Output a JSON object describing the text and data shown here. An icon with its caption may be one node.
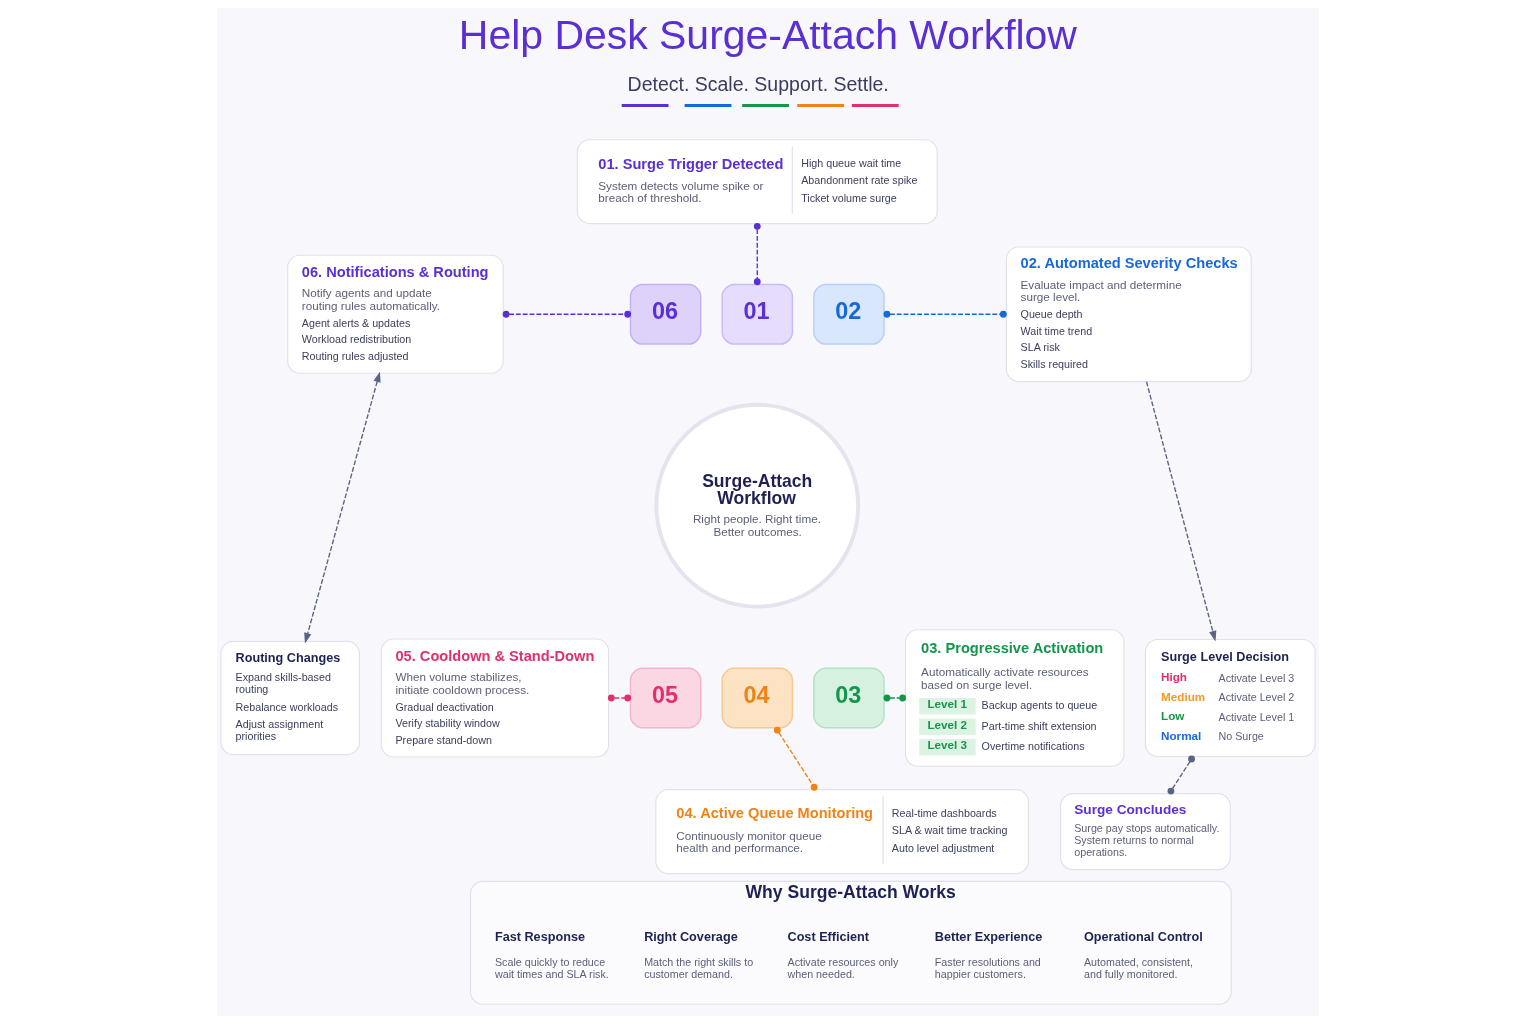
{
  "diagram": {
    "title": "Help Desk Surge-Attach Workflow",
    "nodes": [
      {
        "text": [
          "01. Surge Trigger Detected",
          "System detects volume spike or breach of threshold.",
          "High queue wait time",
          "Abandonment rate spike",
          "Ticket volume surge"
        ]
      },
      {
        "text": [
          "06. Notifications & Routing",
          "Notify agents and update routing rules automatically.",
          "Agent alerts & updates",
          "Workload redistribution",
          "Routing rules adjusted"
        ]
      },
      {
        "text": [
          "01"
        ]
      },
      {
        "text": [
          "06"
        ]
      },
      {
        "text": [
          "02"
        ]
      },
      {
        "text": [
          "02. Automated Severity Checks",
          "Evaluate impact and determine surge level.",
          "Queue depth",
          "Wait time trend",
          "SLA risk",
          "Skills required"
        ]
      },
      {
        "text": [
          "Surge-Attach Workflow",
          "Right people. Right time. Better outcomes."
        ]
      },
      {
        "text": [
          "Routing Changes",
          "Expand skills-based routing",
          "Rebalance workloads",
          "Adjust assignment priorities"
        ]
      },
      {
        "text": [
          "Surge Level Decision",
          "High",
          "Activate Level 3",
          "Medium",
          "Activate Level 2",
          "Low",
          "Activate Level 1",
          "Normal",
          "No Surge"
        ]
      },
      {
        "text": [
          "05. Cooldown & Stand-Down",
          "When volume stabilizes, initiate cooldown process.",
          "Gradual deactivation",
          "Verify stability window",
          "Prepare stand-down"
        ]
      },
      {
        "text": [
          "05"
        ]
      },
      {
        "text": [
          "03"
        ]
      },
      {
        "text": [
          "03. Progressive Activation",
          "Automatically activate resources based on surge level.",
          "Level 1",
          "Backup agents to queue",
          "Level 2",
          "Part-time shift extension",
          "Level 3",
          "Overtime notifications"
        ]
      },
      {
        "text": [
          "04"
        ]
      },
      {
        "text": [
          "04. Active Queue Monitoring",
          "Continuously monitor queue health and performance.",
          "Real-time dashboards",
          "SLA & wait time tracking",
          "Auto level adjustment"
        ]
      },
      {
        "text": [
          "Surge Concludes",
          "Surge pay stops automatically. System returns to normal operations."
        ]
      },
      {
        "text": [
          "Why Surge-Attach Works"
        ]
      },
      {
        "text": [
          "Fast Response",
          "Scale quickly to reduce wait times and SLA risk."
        ],
        "in": 16
      },
      {
        "text": [
          "Right Coverage",
          "Match the right skills to customer demand."
        ],
        "in": 16
      },
      {
        "text": [
          "Cost Efficient",
          "Activate resources only when needed."
        ],
        "in": 16
      },
      {
        "text": [
          "Better Experience",
          "Faster resolutions and happier customers."
        ],
        "in": 16
      },
      {
        "text": [
          "Operational Control",
          "Automated, consistent, and fully monitored."
        ],
        "in": 16
      }
    ],
    "edges": [
      {
        "from": 0,
        "to": 2,
        "arrow": "other",
        "style": "dashed",
        "color": "#5a2fd4"
      },
      {
        "from": 1,
        "to": 3,
        "arrow": "other",
        "style": "dashed",
        "color": "#5a2fd4"
      },
      {
        "from": 4,
        "to": 5,
        "arrow": "other",
        "style": "dashed",
        "color": "#1769d9"
      },
      {
        "from": 5,
        "to": 8,
        "arrow": "to",
        "style": "dashed",
        "color": "#5b6385"
      },
      {
        "from": 1,
        "to": 7,
        "arrow": "both",
        "style": "dashed",
        "color": "#5b6385"
      },
      {
        "from": 9,
        "to": 10,
        "arrow": "other",
        "style": "dashed",
        "color": "#e2306b"
      },
      {
        "from": 11,
        "to": 12,
        "arrow": "other",
        "style": "dashed",
        "color": "#15964b"
      },
      {
        "from": 13,
        "to": 14,
        "arrow": "other",
        "style": "dashed",
        "color": "#ee8418"
      },
      {
        "from": 8,
        "to": 15,
        "arrow": "other",
        "style": "dashed",
        "color": "#5b6385"
      }
    ],
    "labels": [
      "Detect. Scale. Support. Settle."
    ]
  }
}
